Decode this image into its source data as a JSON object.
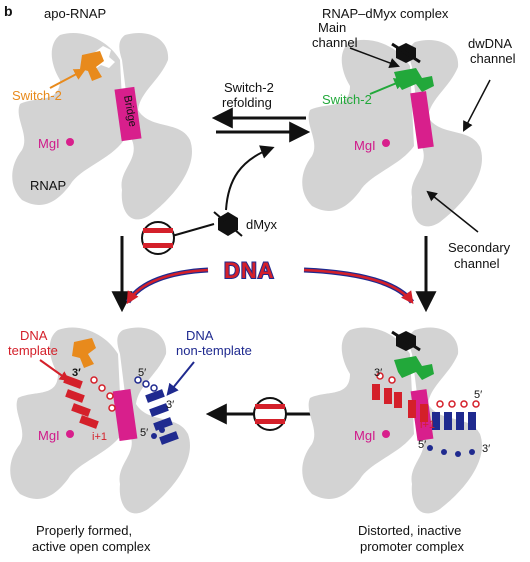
{
  "panel_letter": "b",
  "states": {
    "apo": {
      "title": "apo-RNAP"
    },
    "complex": {
      "title": "RNAP–dMyx complex"
    },
    "active": {
      "caption_line1": "Properly formed,",
      "caption_line2": "active open complex"
    },
    "inactive": {
      "caption_line1": "Distorted, inactive",
      "caption_line2": "promoter complex"
    }
  },
  "labels": {
    "switch2": "Switch-2",
    "bridge": "Bridge",
    "mgi": "MgI",
    "rnap": "RNAP",
    "dmyx": "dMyx",
    "dna": "DNA",
    "main_channel_1": "Main",
    "main_channel_2": "channel",
    "dwdna_1": "dwDNA",
    "dwdna_2": "channel",
    "secondary_1": "Secondary",
    "secondary_2": "channel",
    "refold_1": "Switch-2",
    "refold_2": "refolding",
    "dna_template_1": "DNA",
    "dna_template_2": "template",
    "dna_nontemplate_1": "DNA",
    "dna_nontemplate_2": "non-template",
    "prime3": "3′",
    "prime5": "5′",
    "i_plus_1": "i+1"
  },
  "colors": {
    "protein": "#d3d3d3",
    "switch2_apo": "#e88a1c",
    "switch2_bound": "#22a83a",
    "bridge": "#d81f8c",
    "template": "#d4202a",
    "nontemplate": "#1f2a8f",
    "arrow": "#111111"
  }
}
